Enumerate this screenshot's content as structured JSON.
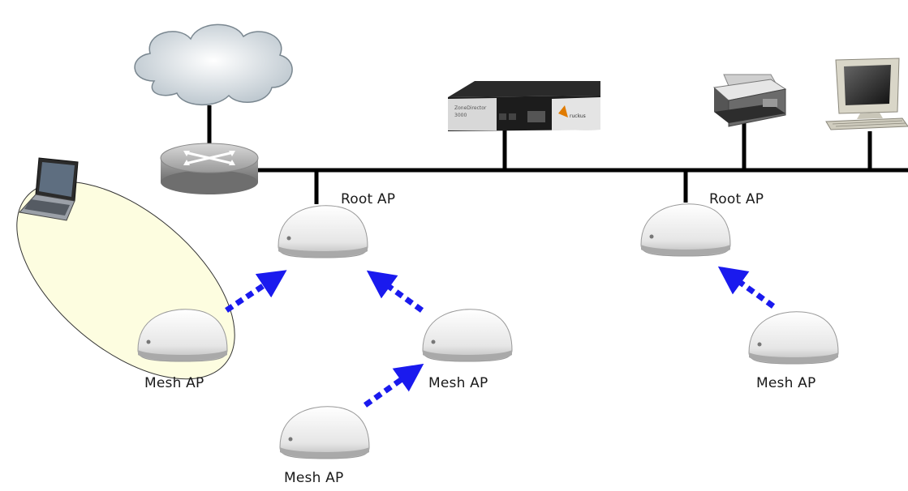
{
  "labels": {
    "root_ap_left": "Root AP",
    "root_ap_right": "Root AP",
    "mesh_ap_1": "Mesh AP",
    "mesh_ap_2": "Mesh AP",
    "mesh_ap_3": "Mesh AP",
    "mesh_ap_4": "Mesh AP"
  },
  "icons": [
    "cloud-icon",
    "router-icon",
    "controller-icon",
    "printer-icon",
    "desktop-computer-icon",
    "laptop-icon",
    "access-point-icon"
  ],
  "colors": {
    "link_arrow": "#1a1aee",
    "coverage_fill": "#fdfde0",
    "backbone": "#000000"
  }
}
